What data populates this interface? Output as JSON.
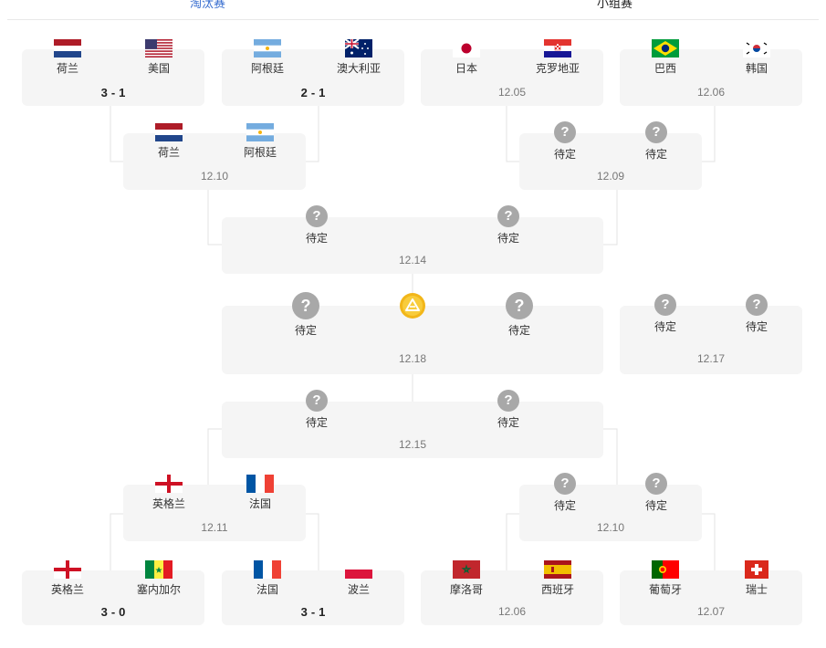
{
  "tabs": {
    "knockout": "淘汰赛",
    "group": "小组赛"
  },
  "tbd": "待定",
  "question_mark": "?",
  "colors": {
    "accent": "#3a6fd0",
    "card_bg": "#f5f5f5",
    "line": "#e3e3e3",
    "placeholder": "#a8a8a8"
  },
  "matches": {
    "r16_1": {
      "home": {
        "name": "荷兰",
        "flag": "netherlands-flag-icon"
      },
      "away": {
        "name": "美国",
        "flag": "usa-flag-icon"
      },
      "score": {
        "home": "3",
        "away": "1"
      }
    },
    "r16_2": {
      "home": {
        "name": "阿根廷",
        "flag": "argentina-flag-icon"
      },
      "away": {
        "name": "澳大利亚",
        "flag": "australia-flag-icon"
      },
      "score": {
        "home": "2",
        "away": "1"
      }
    },
    "r16_3": {
      "home": {
        "name": "日本",
        "flag": "japan-flag-icon"
      },
      "away": {
        "name": "克罗地亚",
        "flag": "croatia-flag-icon"
      },
      "date": "12.05"
    },
    "r16_4": {
      "home": {
        "name": "巴西",
        "flag": "brazil-flag-icon"
      },
      "away": {
        "name": "韩国",
        "flag": "korea-flag-icon"
      },
      "date": "12.06"
    },
    "qf_1": {
      "home": {
        "name": "荷兰",
        "flag": "netherlands-flag-icon"
      },
      "away": {
        "name": "阿根廷",
        "flag": "argentina-flag-icon"
      },
      "date": "12.10"
    },
    "qf_2": {
      "date": "12.09"
    },
    "sf_1": {
      "date": "12.14"
    },
    "final": {
      "date": "12.18"
    },
    "third_place": {
      "date": "12.17"
    },
    "sf_2": {
      "date": "12.15"
    },
    "qf_3": {
      "home": {
        "name": "英格兰",
        "flag": "england-flag-icon"
      },
      "away": {
        "name": "法国",
        "flag": "france-flag-icon"
      },
      "date": "12.11"
    },
    "qf_4": {
      "date": "12.10"
    },
    "r16_5": {
      "home": {
        "name": "英格兰",
        "flag": "england-flag-icon"
      },
      "away": {
        "name": "塞内加尔",
        "flag": "senegal-flag-icon"
      },
      "score": {
        "home": "3",
        "away": "0"
      }
    },
    "r16_6": {
      "home": {
        "name": "法国",
        "flag": "france-flag-icon"
      },
      "away": {
        "name": "波兰",
        "flag": "poland-flag-icon"
      },
      "score": {
        "home": "3",
        "away": "1"
      }
    },
    "r16_7": {
      "home": {
        "name": "摩洛哥",
        "flag": "morocco-flag-icon"
      },
      "away": {
        "name": "西班牙",
        "flag": "spain-flag-icon"
      },
      "date": "12.06"
    },
    "r16_8": {
      "home": {
        "name": "葡萄牙",
        "flag": "portugal-flag-icon"
      },
      "away": {
        "name": "瑞士",
        "flag": "switzerland-flag-icon"
      },
      "date": "12.07"
    }
  }
}
